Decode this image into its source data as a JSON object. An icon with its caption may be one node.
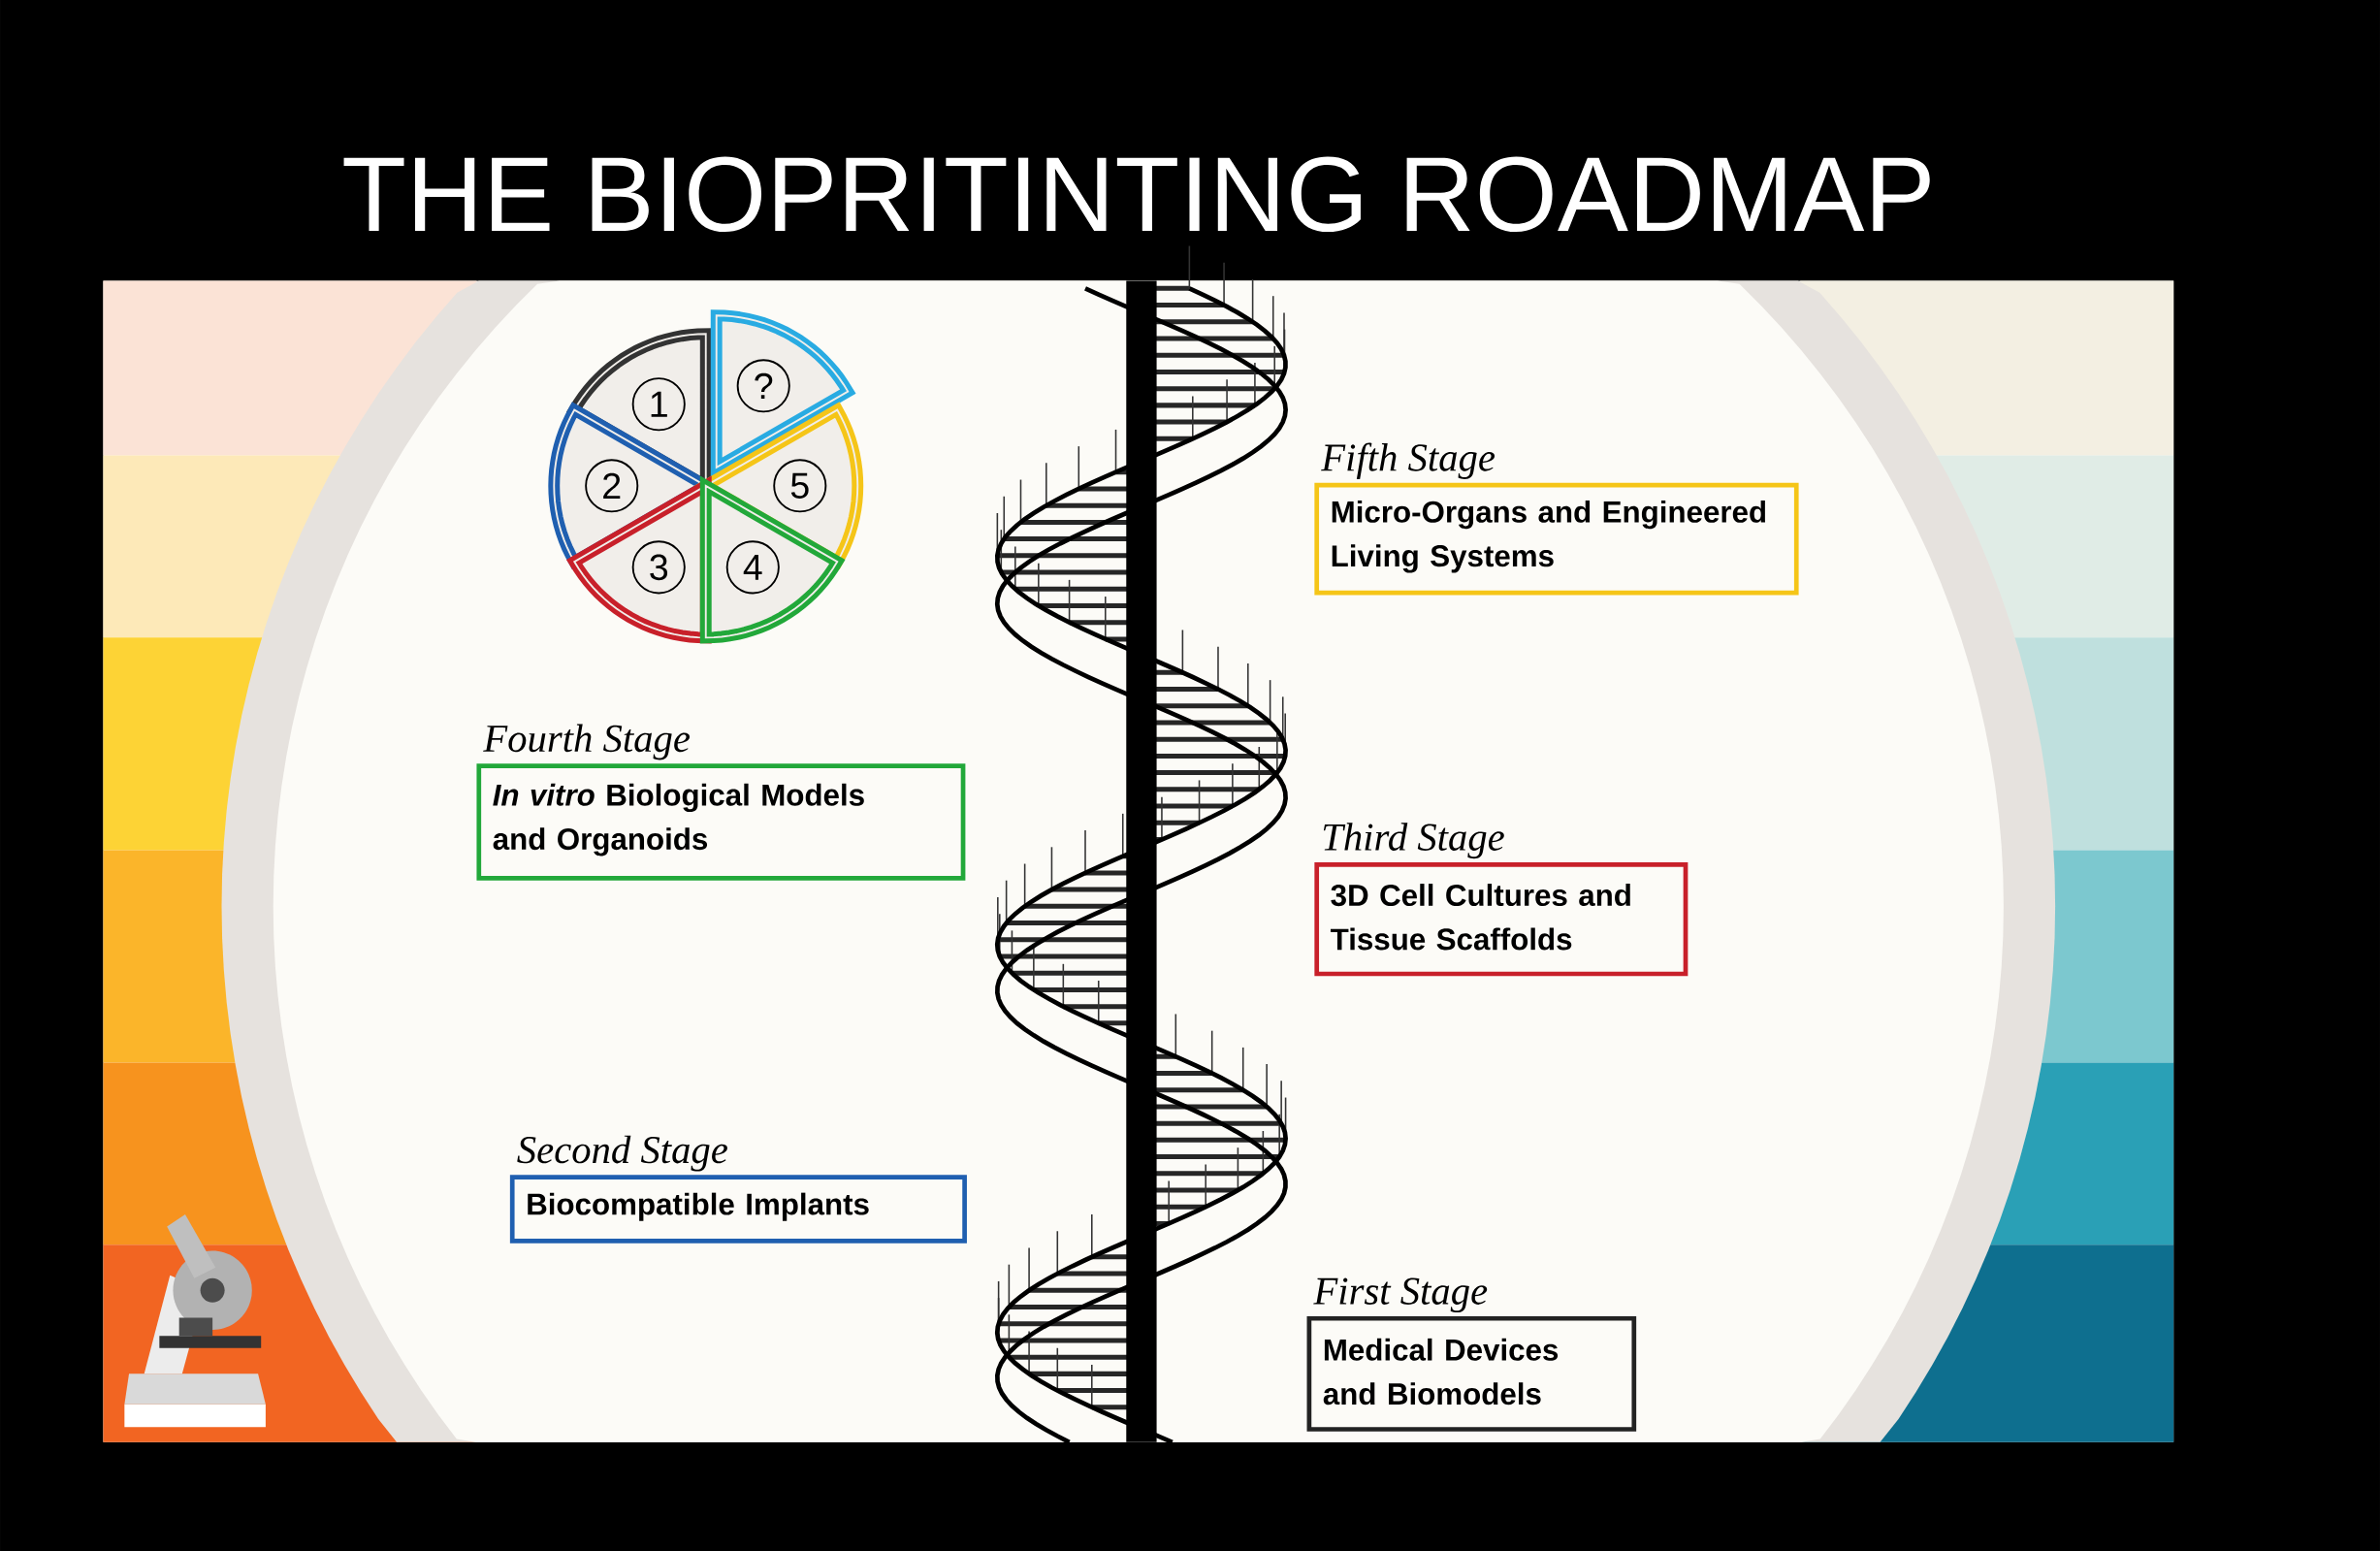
{
  "diagram": {
    "title": "THE BIOPRITINTING ROADMAP",
    "nodes": [
      {
        "text": [
          "1"
        ]
      },
      {
        "text": [
          "?"
        ]
      },
      {
        "text": [
          "2"
        ]
      },
      {
        "text": [
          "5"
        ]
      },
      {
        "text": [
          "3"
        ]
      },
      {
        "text": [
          "4"
        ]
      },
      {
        "text": [
          "Fifth Stage",
          "Micro-Organs and Engineered Living Systems"
        ]
      },
      {
        "text": [
          "Fourth Stage",
          "*In vitro* Biological Models and Organoids"
        ]
      },
      {
        "text": [
          "Third Stage",
          "3D Cell Cultures and Tissue Scaffolds"
        ]
      },
      {
        "text": [
          "Second Stage",
          "Biocompatible Implants"
        ]
      },
      {
        "text": [
          "First Stage",
          "Medical Devices and Biomodels"
        ]
      }
    ]
  }
}
